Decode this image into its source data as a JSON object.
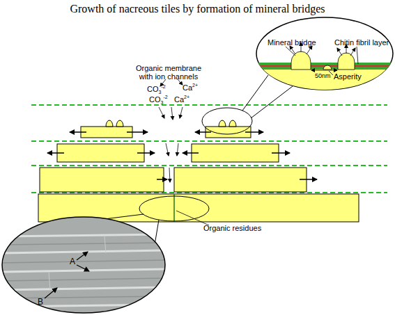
{
  "diagram": {
    "title": "Growth of nacreous tiles by formation of mineral bridges",
    "labels": [
      "Mineral bridge",
      "Chitin fibril layer",
      "50nm",
      "Asperity",
      "Organic membrane with ion channels",
      "CO3-2",
      "Ca2+",
      "CO3-2",
      "Ca2+",
      "Organic residues",
      "A",
      "B"
    ]
  }
}
